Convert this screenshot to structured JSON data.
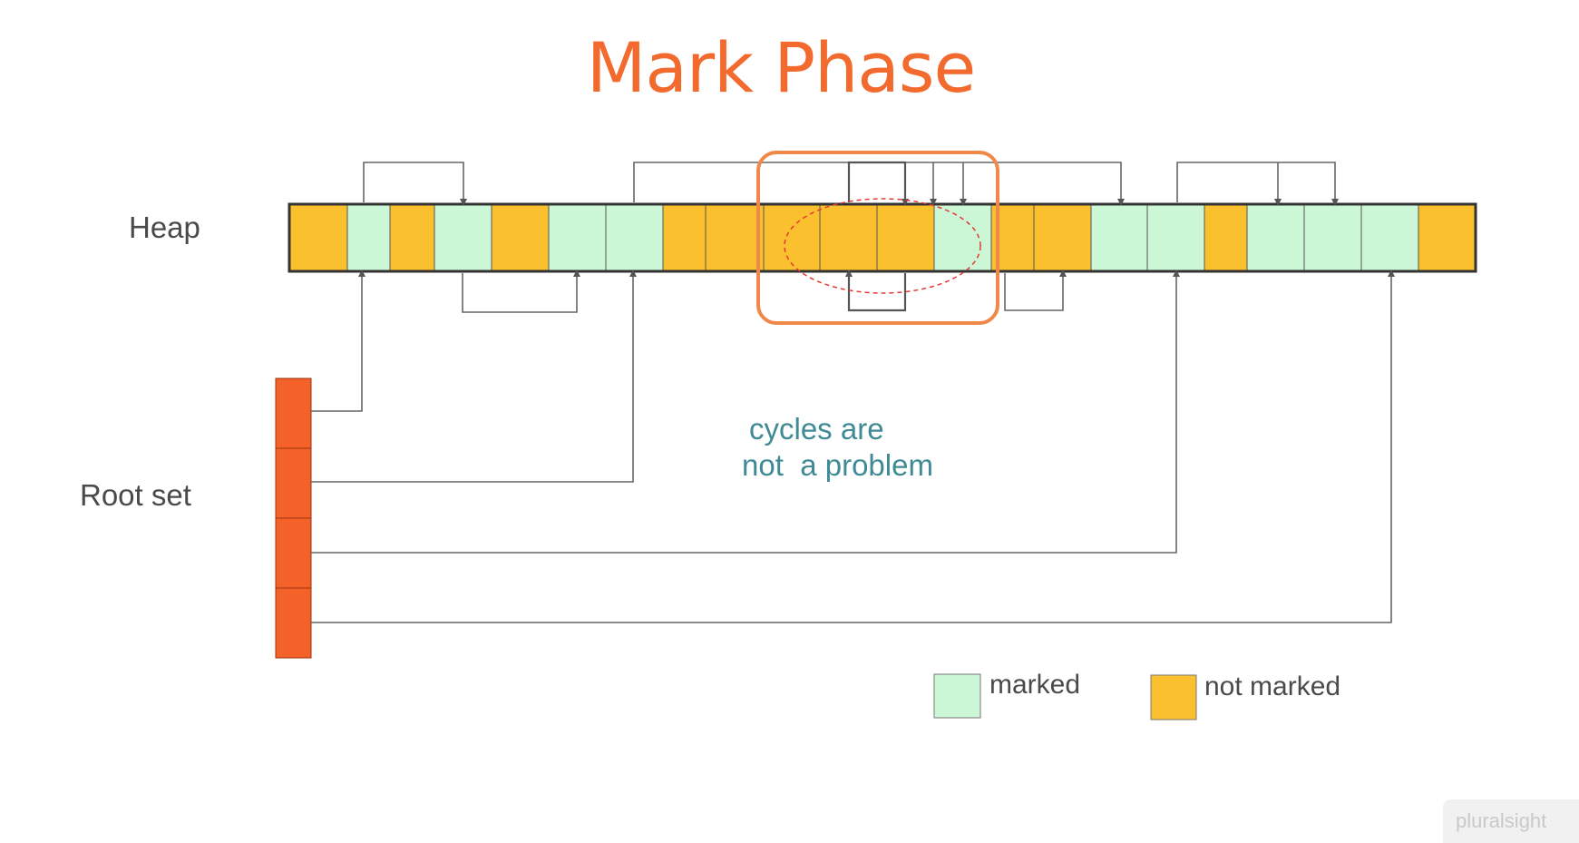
{
  "slide": {
    "title": "Mark Phase",
    "heap_label": "Heap",
    "root_label": "Root set",
    "caption_line1": "cycles are",
    "caption_line2": "not  a problem",
    "watermark": "pluralsight"
  },
  "legend": {
    "marked_label": "marked",
    "not_marked_label": "not marked"
  },
  "heap_cells": [
    "not marked",
    "marked",
    "not marked",
    "marked",
    "not marked",
    "marked",
    "marked",
    "not marked",
    "not marked",
    "not marked",
    "not marked",
    "not marked",
    "marked",
    "not marked",
    "not marked",
    "marked",
    "marked",
    "not marked",
    "marked",
    "marked",
    "marked",
    "not marked"
  ],
  "root_set_count": 4,
  "colors": {
    "marked": "#ccf7d6",
    "not_marked": "#fbc02d",
    "root": "#f4622a",
    "title": "#f26a2e",
    "highlight": "#f0884a",
    "cycle": "#e53935",
    "caption": "#3f8a94",
    "connector": "#666666"
  }
}
